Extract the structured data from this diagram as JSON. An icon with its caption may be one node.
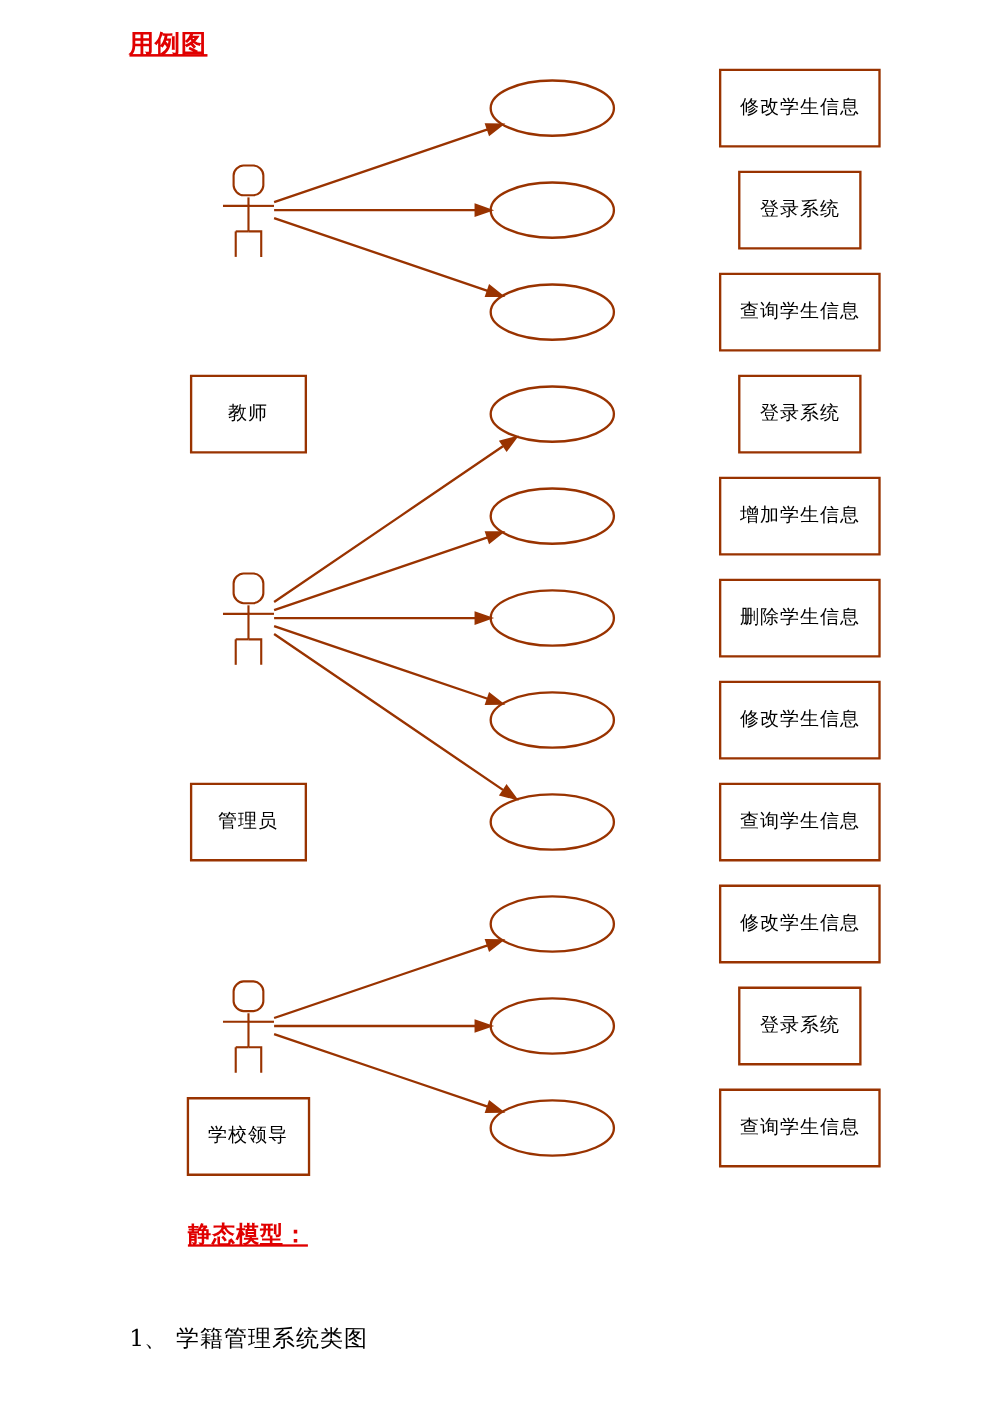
{
  "diagram": {
    "title": "用例图",
    "nodes": [
      {
        "text": [],
        "shape": "person"
      },
      {
        "text": [
          "教师"
        ]
      },
      {
        "text": [],
        "shape": "ellipse"
      },
      {
        "text": [
          "修改学生信息"
        ]
      },
      {
        "text": [],
        "shape": "ellipse"
      },
      {
        "text": [
          "登录系统"
        ]
      },
      {
        "text": [],
        "shape": "ellipse"
      },
      {
        "text": [
          "查询学生信息"
        ]
      },
      {
        "text": [],
        "shape": "person"
      },
      {
        "text": [
          "管理员"
        ]
      },
      {
        "text": [],
        "shape": "ellipse"
      },
      {
        "text": [
          "登录系统"
        ]
      },
      {
        "text": [],
        "shape": "ellipse"
      },
      {
        "text": [
          "增加学生信息"
        ]
      },
      {
        "text": [],
        "shape": "ellipse"
      },
      {
        "text": [
          "删除学生信息"
        ]
      },
      {
        "text": [],
        "shape": "ellipse"
      },
      {
        "text": [
          "修改学生信息"
        ]
      },
      {
        "text": [],
        "shape": "ellipse"
      },
      {
        "text": [
          "查询学生信息"
        ]
      },
      {
        "text": [],
        "shape": "person"
      },
      {
        "text": [
          "学校领导"
        ]
      },
      {
        "text": [],
        "shape": "ellipse"
      },
      {
        "text": [
          "修改学生信息"
        ]
      },
      {
        "text": [],
        "shape": "ellipse"
      },
      {
        "text": [
          "登录系统"
        ]
      },
      {
        "text": [],
        "shape": "ellipse"
      },
      {
        "text": [
          "查询学生信息"
        ]
      }
    ],
    "edges": [
      {
        "from": 0,
        "to": 2,
        "arrow": "to"
      },
      {
        "from": 0,
        "to": 4,
        "arrow": "to"
      },
      {
        "from": 0,
        "to": 6,
        "arrow": "to"
      },
      {
        "from": 8,
        "to": 10,
        "arrow": "to"
      },
      {
        "from": 8,
        "to": 12,
        "arrow": "to"
      },
      {
        "from": 8,
        "to": 14,
        "arrow": "to"
      },
      {
        "from": 8,
        "to": 16,
        "arrow": "to"
      },
      {
        "from": 8,
        "to": 18,
        "arrow": "to"
      },
      {
        "from": 20,
        "to": 22,
        "arrow": "to"
      },
      {
        "from": 20,
        "to": 24,
        "arrow": "to"
      },
      {
        "from": 20,
        "to": 26,
        "arrow": "to"
      }
    ],
    "labels": [
      "静态模型：",
      "1、 学籍管理系统类图"
    ]
  }
}
